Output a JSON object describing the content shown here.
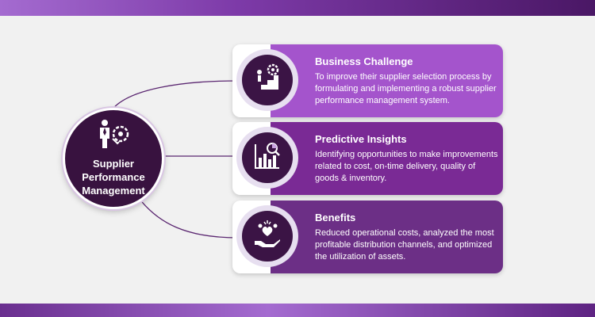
{
  "hub": {
    "title_line1": "Supplier",
    "title_line2": "Performance",
    "title_line3": "Management",
    "icon": "supplier-gear-icon"
  },
  "cards": [
    {
      "title": "Business Challenge",
      "body": "To improve their supplier selection process by formulating and implementing a robust supplier performance management system.",
      "icon": "growth-gear-icon",
      "color": "#a454cc"
    },
    {
      "title": "Predictive Insights",
      "body": "Identifying opportunities to make improvements related to cost, on-time delivery, quality of goods  & inventory.",
      "icon": "analytics-chart-icon",
      "color": "#7a2a95"
    },
    {
      "title": "Benefits",
      "body": "Reduced operational costs, analyzed the most profitable distribution channels, and optimized the utilization of assets.",
      "icon": "hand-benefits-icon",
      "color": "#6c2f86"
    }
  ],
  "colors": {
    "hub_bg": "#38123f",
    "band": "#7d3aa8",
    "page_bg": "#f1f1f1"
  }
}
